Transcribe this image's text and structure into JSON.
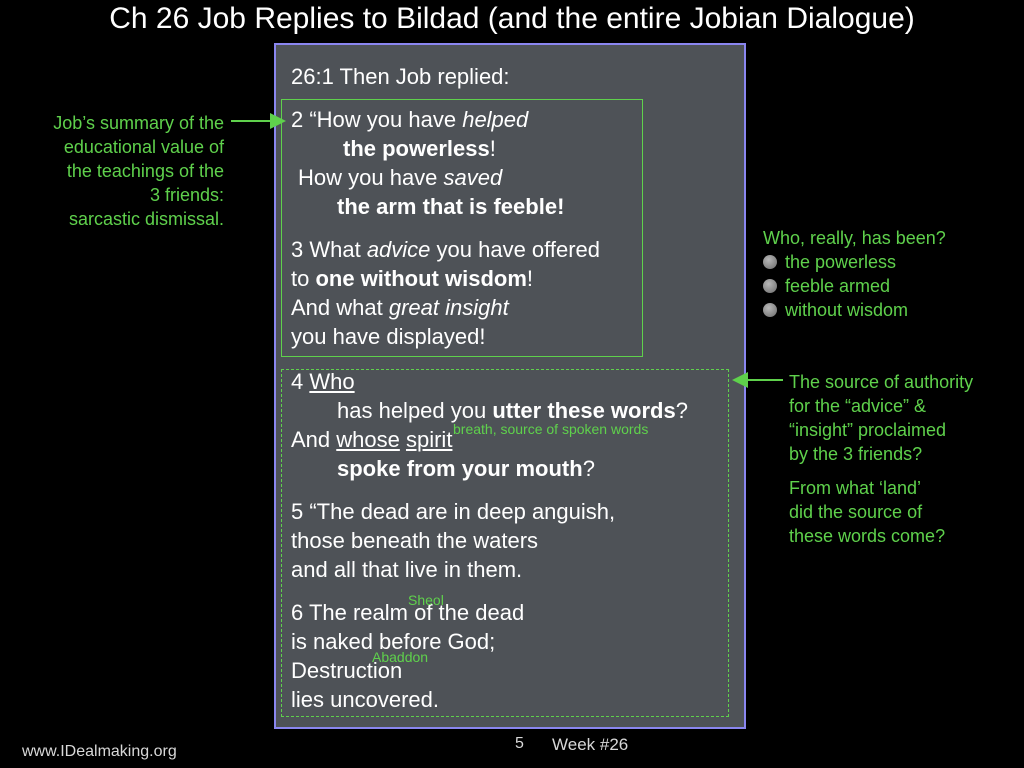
{
  "title": "Ch 26 Job Replies to Bildad (and the entire Jobian Dialogue)",
  "verse1": "26:1 Then Job replied:",
  "block1": {
    "l1_a": "2 “How you have ",
    "l1_b": "helped",
    "l2_a": "the powerless",
    "l2_b": "!",
    "l3_a": "How you have ",
    "l3_b": "saved",
    "l4": "the arm that is feeble!",
    "l5_a": "3 What ",
    "l5_b": "advice",
    "l5_c": " you have offered",
    "l6_a": "to ",
    "l6_b": "one without wisdom",
    "l6_c": "!",
    "l7_a": "And what ",
    "l7_b": "great insight",
    "l8": "you have displayed!"
  },
  "block2": {
    "l1_a": "4 ",
    "l1_b": "Who",
    "l2_a": "has helped you ",
    "l2_b": "utter these words",
    "l2_c": "?",
    "l3_a": "And ",
    "l3_b": "whose",
    "l3_c": " ",
    "l3_d": "spirit",
    "l4_a": "spoke from your mouth",
    "l4_b": "?",
    "l5": "5 “The dead are in deep anguish,",
    "l6": "those beneath the waters",
    "l7": "and all that live in them.",
    "l8": "6 The realm of the dead",
    "l9": "is naked before God;",
    "l10": "Destruction",
    "l11": "lies uncovered."
  },
  "notes": {
    "breath": "breath, source of spoken words",
    "sheol": "Sheol",
    "abaddon": "Abaddon"
  },
  "left_note": [
    "Job’s summary of the",
    "educational value of",
    "the teachings of the",
    "3 friends:",
    "sarcastic dismissal."
  ],
  "who_list": {
    "heading": "Who, really, has been?",
    "items": [
      "the powerless",
      "feeble armed",
      "without wisdom"
    ]
  },
  "source_note": [
    "The source of authority",
    "for the “advice” &",
    "“insight” proclaimed",
    "by the 3 friends?"
  ],
  "land_note": [
    "From what ‘land’",
    "did the source of",
    "these words come?"
  ],
  "footer": {
    "website": "www.IDealmaking.org",
    "page": "5",
    "week": "Week #26"
  },
  "colors": {
    "accent_green": "#5fd14c",
    "panel": "#4e5257",
    "panel_border": "#8a86f0"
  }
}
